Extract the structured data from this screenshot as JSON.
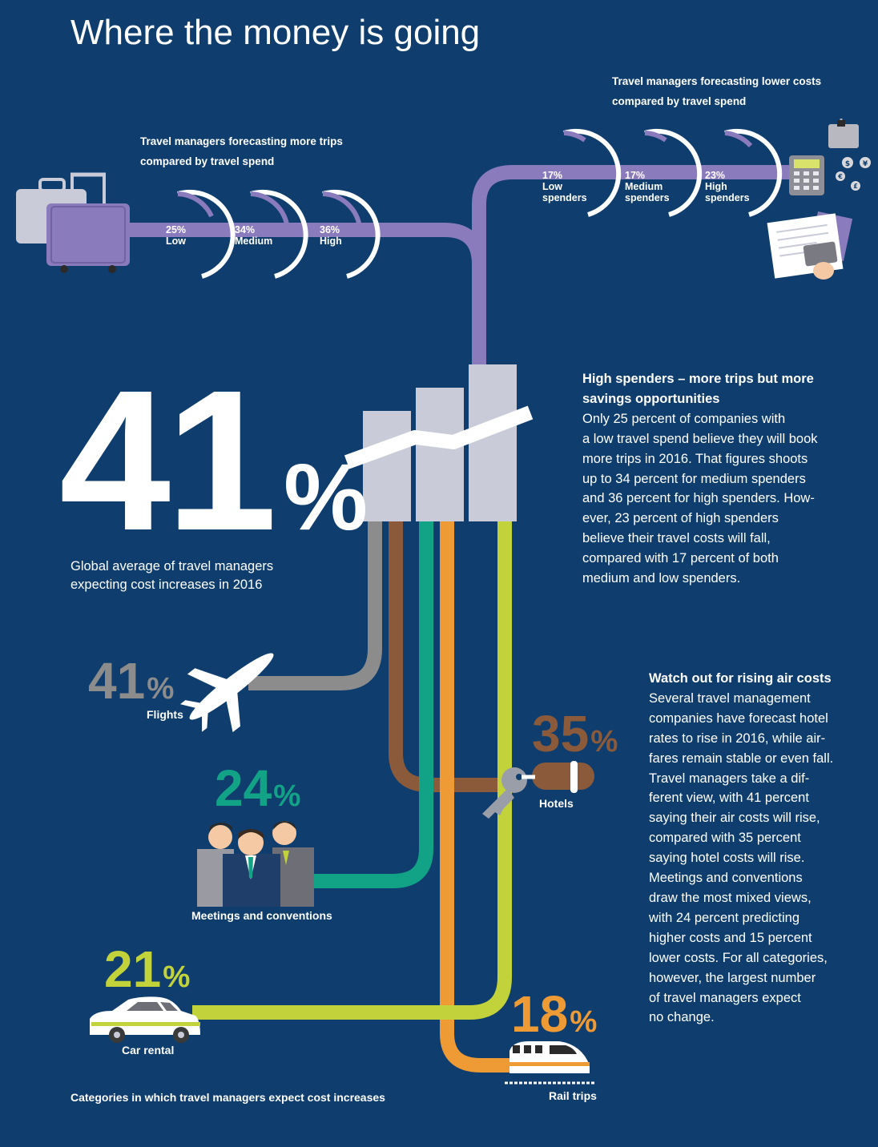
{
  "title": "Where the money is going",
  "more_trips": {
    "header": [
      "Travel managers forecasting more trips",
      "compared by travel spend"
    ],
    "gauges": [
      {
        "value": "25%",
        "label": [
          "Low"
        ]
      },
      {
        "value": "34%",
        "label": [
          "Medium"
        ]
      },
      {
        "value": "36%",
        "label": [
          "High"
        ]
      }
    ]
  },
  "lower_costs": {
    "header": [
      "Travel managers forecasting lower costs",
      "compared by travel spend"
    ],
    "gauges": [
      {
        "value": "17%",
        "label": [
          "Low",
          "spenders"
        ]
      },
      {
        "value": "17%",
        "label": [
          "Medium",
          "spenders"
        ]
      },
      {
        "value": "23%",
        "label": [
          "High",
          "spenders"
        ]
      }
    ]
  },
  "global": {
    "number": "41",
    "percent": "%",
    "caption": [
      "Global average of travel managers",
      "expecting cost increases in 2016"
    ]
  },
  "high_spenders": {
    "title": [
      "High spenders – more trips but more",
      "savings opportunities"
    ],
    "lines": [
      "Only 25 percent of companies with",
      "a low travel spend believe they will book",
      "more trips in 2016. That figures shoots",
      "up to 34 percent for medium spenders",
      "and 36 percent for high spenders. How-",
      "ever, 23 percent of high spenders",
      "believe their travel costs will fall,",
      "compared with 17 percent of both",
      "medium and low spenders."
    ]
  },
  "air_costs": {
    "title": "Watch out for rising air costs",
    "lines": [
      "Several travel management",
      "companies have forecast hotel",
      "rates to rise in 2016, while air-",
      "fares remain stable or even fall.",
      "Travel managers take a dif-",
      "ferent view, with 41 percent",
      "saying their air costs will rise,",
      "compared with 35 percent",
      "saying hotel costs will rise.",
      "Meetings and conventions",
      "draw the most mixed views,",
      "with 24 percent predicting",
      "higher costs and 15 percent",
      "lower costs. For all categories,",
      "however, the largest number",
      "of travel managers expect",
      "no change."
    ]
  },
  "categories": {
    "flights": {
      "value": "41",
      "unit": "%",
      "label": "Flights"
    },
    "hotels": {
      "value": "35",
      "unit": "%",
      "label": "Hotels"
    },
    "meetings": {
      "value": "24",
      "unit": "%",
      "label": "Meetings and conventions"
    },
    "car": {
      "value": "21",
      "unit": "%",
      "label": "Car rental"
    },
    "rail": {
      "value": "18",
      "unit": "%",
      "label": "Rail trips"
    }
  },
  "footer": "Categories in which travel managers expect cost increases",
  "coin_letters": [
    "$",
    "¥",
    "€",
    "£"
  ],
  "colors": {
    "background": "#0f3e6e",
    "pipe_purple": "#8a7bbd",
    "flights": "#8c8c8c",
    "hotels": "#8a5a3a",
    "meetings": "#12a387",
    "rail": "#ee9a35",
    "car": "#c2d23a",
    "bars": "#c9cbd8"
  }
}
